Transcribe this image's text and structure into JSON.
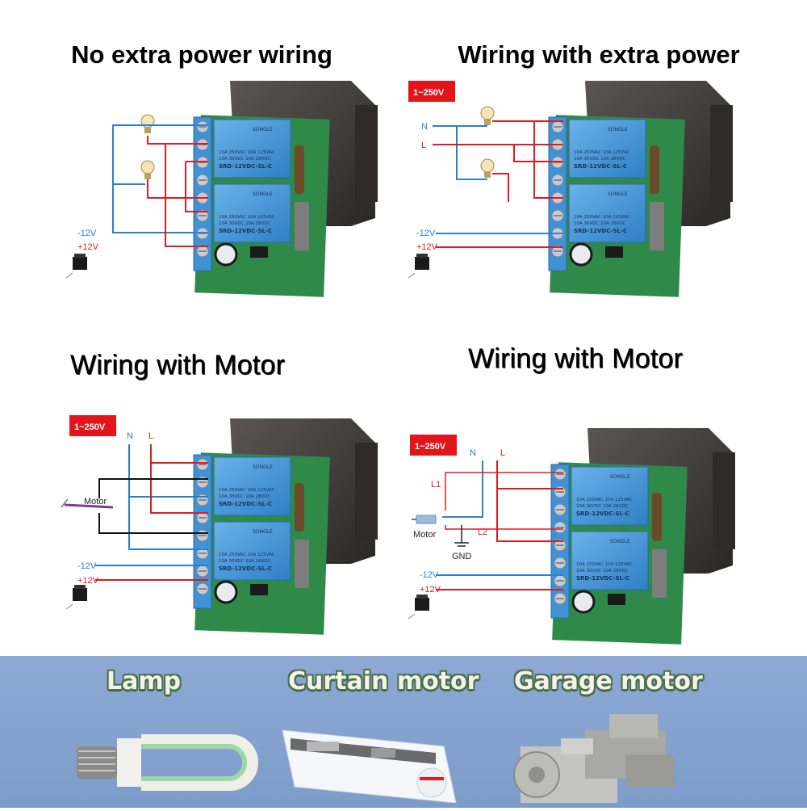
{
  "panels": [
    {
      "title": "No extra power wiring",
      "labels": {
        "neg": "-12V",
        "pos": "+12V"
      }
    },
    {
      "title": "Wiring with extra power",
      "badge": "1~250V",
      "labels": {
        "n": "N",
        "l": "L",
        "neg": "-12V",
        "pos": "+12V"
      }
    },
    {
      "title": "Wiring with Motor",
      "badge": "1~250V",
      "labels": {
        "n": "N",
        "l": "L",
        "motor": "Motor",
        "neg": "-12V",
        "pos": "+12V"
      }
    },
    {
      "title": "Wiring with Motor",
      "badge": "1~250V",
      "labels": {
        "n": "N",
        "l": "L",
        "l1": "L1",
        "l2": "L2",
        "motor": "Motor",
        "gnd": "GND",
        "neg": "-12V",
        "pos": "+12V"
      }
    }
  ],
  "relay_print": {
    "brand": "SONGLE",
    "line1": "10A 250VAC  10A 125VAC",
    "line2": "10A 30VDC  10A 28VDC",
    "model": "SRD-12VDC-SL-C"
  },
  "bottom": {
    "categories": [
      {
        "label": "Lamp"
      },
      {
        "label": "Curtain motor"
      },
      {
        "label": "Garage motor"
      }
    ]
  },
  "colors": {
    "wire_red": "#e01b22",
    "wire_blue": "#2a7fd4",
    "badge_red": "#e3151a",
    "board_blue": "#3f92d6",
    "pcb_green": "#2f8a4a",
    "housing": "#3b3836"
  }
}
